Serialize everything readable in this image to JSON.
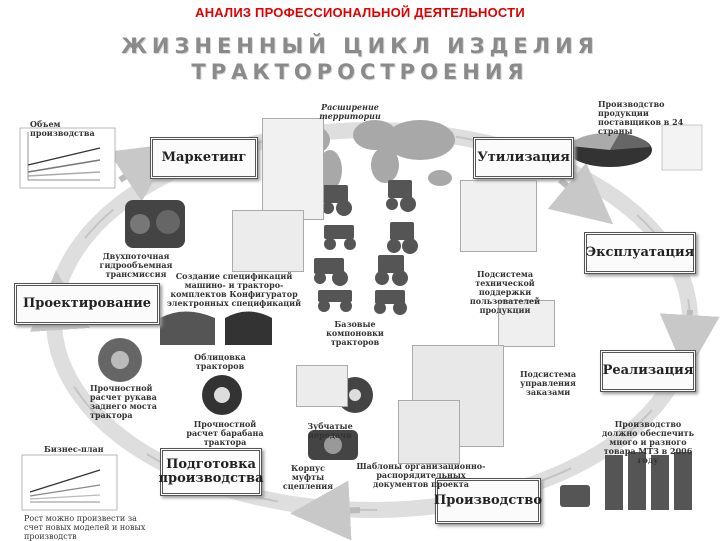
{
  "header": "АНАЛИЗ ПРОФЕССИОНАЛЬНОЙ ДЕЯТЕЛЬНОСТИ",
  "title": {
    "line1": "ЖИЗНЕННЫЙ ЦИКЛ ИЗДЕЛИЯ",
    "line2": "ТРАКТОРОСТРОЕНИЯ"
  },
  "stages": {
    "marketing": "Маркетинг",
    "utilization": "Утилизация",
    "exploitation": "Эксплуатация",
    "sales": "Реализация",
    "production": "Производство",
    "preparation": "Подготовка производства",
    "design": "Проектирование"
  },
  "captions": {
    "market_expansion": "Расширение территории",
    "production_plan": "Производство продукции поставщиков в 24 страны",
    "sales_volume": "Объем производства",
    "transmission": "Двухпоточная гидрообъемная трансмиссия",
    "specs": "Создание спецификаций машино- и тракторо-комплектов Конфигуратор электронных спецификаций",
    "support_subsystem": "Подсистема технической поддержки пользователей продукции",
    "base_layouts": "Базовые компоновки тракторов",
    "tractor_cladding": "Облицовка тракторов",
    "strength_axle": "Прочностной расчет рукава заднего моста трактора",
    "order_subsystem": "Подсистема управления заказами",
    "strength_drum": "Прочностной расчет барабана трактора",
    "gears": "Зубчатые передачи",
    "clutch": "Корпус муфты сцепления",
    "document_templates": "Шаблоны организационно-распорядительных документов проекта",
    "business_plan": "Бизнес-план",
    "growth_note": "Рост можно произвести за счет новых моделей и новых производств",
    "production_note": "Производство должно обеспечить много и разного товара МТЗ в 2006 году"
  }
}
